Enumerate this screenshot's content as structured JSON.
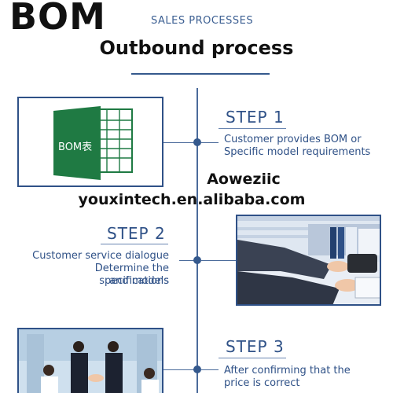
{
  "header": {
    "bom_label": "BOM",
    "section_kicker": "SALES PROCESSES",
    "title": "Outbound process"
  },
  "steps": [
    {
      "heading": "STEP 1",
      "lines": [
        "Customer provides BOM or",
        "Specific model requirements"
      ],
      "image": {
        "icon": "excel-spreadsheet-icon",
        "label": "BOM表"
      }
    },
    {
      "heading": "STEP 2",
      "lines": [
        "Customer service dialogue",
        "Determine the specifications",
        "and models"
      ],
      "image": {
        "icon": "office-phone-keyboard-photo"
      }
    },
    {
      "heading": "STEP 3",
      "lines": [
        "After confirming that the",
        "price is correct"
      ],
      "image": {
        "icon": "business-team-photo"
      }
    }
  ],
  "watermark": {
    "line1": "Aoweziic",
    "line2": "youxintech.en.alibaba.com"
  },
  "colors": {
    "accent": "#2f5187",
    "excel_green": "#1f7a43"
  }
}
